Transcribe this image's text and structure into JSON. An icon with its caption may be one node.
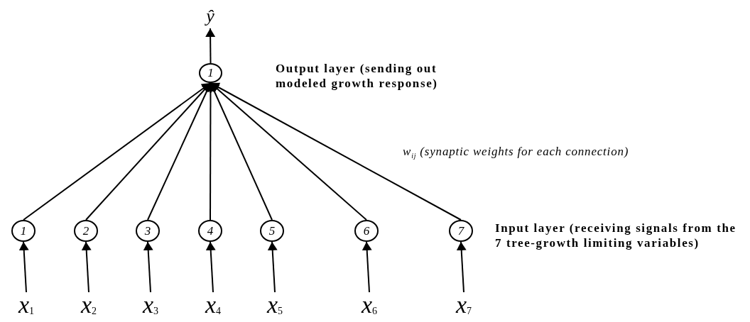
{
  "diagram": {
    "nodes": [
      {
        "text": [
          "1"
        ]
      },
      {
        "text": [
          "ŷ"
        ]
      },
      {
        "text": [
          "1"
        ]
      },
      {
        "text": [
          "2"
        ]
      },
      {
        "text": [
          "3"
        ]
      },
      {
        "text": [
          "4"
        ]
      },
      {
        "text": [
          "5"
        ]
      },
      {
        "text": [
          "6"
        ]
      },
      {
        "text": [
          "7"
        ]
      },
      {
        "text": [
          "x$_{1}$"
        ]
      },
      {
        "text": [
          "x$_{2}$"
        ]
      },
      {
        "text": [
          "x$_{3}$"
        ]
      },
      {
        "text": [
          "x$_{4}$"
        ]
      },
      {
        "text": [
          "x$_{5}$"
        ]
      },
      {
        "text": [
          "x$_{6}$"
        ]
      },
      {
        "text": [
          "x$_{7}$"
        ]
      }
    ],
    "edges": [
      {
        "from": 0,
        "to": 1,
        "arrow": "to"
      },
      {
        "from": 2,
        "to": 0,
        "arrow": "to"
      },
      {
        "from": 3,
        "to": 0,
        "arrow": "to"
      },
      {
        "from": 4,
        "to": 0,
        "arrow": "to"
      },
      {
        "from": 5,
        "to": 0,
        "arrow": "to"
      },
      {
        "from": 6,
        "to": 0,
        "arrow": "to"
      },
      {
        "from": 7,
        "to": 0,
        "arrow": "to"
      },
      {
        "from": 8,
        "to": 0,
        "arrow": "to"
      },
      {
        "from": 9,
        "to": 2,
        "arrow": "to"
      },
      {
        "from": 10,
        "to": 3,
        "arrow": "to"
      },
      {
        "from": 11,
        "to": 4,
        "arrow": "to"
      },
      {
        "from": 12,
        "to": 5,
        "arrow": "to"
      },
      {
        "from": 13,
        "to": 6,
        "arrow": "to"
      },
      {
        "from": 14,
        "to": 7,
        "arrow": "to"
      },
      {
        "from": 15,
        "to": 8,
        "arrow": "to"
      }
    ],
    "labels": [
      "Output layer (sending out modeled growth response)",
      "w$_{ij}$ (synaptic weights for each connection)",
      "Input layer (receiving signals from the 7 tree-growth limiting variables)"
    ]
  }
}
